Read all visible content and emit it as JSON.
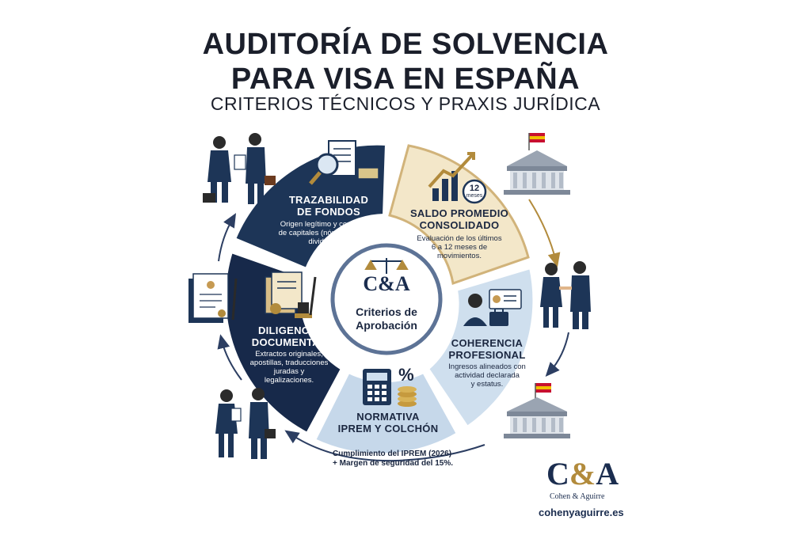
{
  "header": {
    "title_line1": "AUDITORÍA DE SOLVENCIA",
    "title_line2": "PARA VISA EN ESPAÑA",
    "subtitle": "CRITERIOS TÉCNICOS Y PRAXIS JURÍDICA"
  },
  "center": {
    "logo": "C&A",
    "label_line1": "Criterios de",
    "label_line2": "Aprobación"
  },
  "segments": [
    {
      "id": "trazabilidad",
      "title_line1": "TRAZABILIDAD",
      "title_line2": "DE FONDOS",
      "desc_line1": "Origen legítimo y consistente",
      "desc_line2": "de capitales (nóminas, rentas,",
      "desc_line3": "dividendos).",
      "icon": "magnifier-documents-icon"
    },
    {
      "id": "saldo",
      "title_line1": "SALDO PROMEDIO",
      "title_line2": "CONSOLIDADO",
      "desc_line1": "Evaluación de los últimos",
      "desc_line2": "6 a 12 meses de",
      "desc_line3": "movimientos.",
      "icon": "growth-chart-icon",
      "badge_number": "12",
      "badge_unit": "meses"
    },
    {
      "id": "coherencia",
      "title_line1": "COHERENCIA",
      "title_line2": "PROFESIONAL",
      "desc_line1": "Ingresos alineados con",
      "desc_line2": "actividad declarada",
      "desc_line3": "y estatus.",
      "icon": "professional-icon"
    },
    {
      "id": "normativa",
      "title_line1": "NORMATIVA",
      "title_line2": "IPREM Y COLCHÓN",
      "icon": "calculator-coins-icon",
      "percent_symbol": "%"
    },
    {
      "id": "diligencia",
      "title_line1": "DILIGENCIA",
      "title_line2": "DOCUMENTAL",
      "desc_line1": "Extractos originales,",
      "desc_line2": "apostillas, traducciones",
      "desc_line3": "juradas y",
      "desc_line4": "legalizaciones.",
      "icon": "documents-stamp-icon"
    }
  ],
  "iprem_note": {
    "line1": "Cumplimiento del IPREM (2026)",
    "line2": "+ Margen de seguridad del 15%."
  },
  "brand": {
    "mark_c": "C",
    "mark_amp": "&",
    "mark_a": "A",
    "name": "Cohen & Aguirre",
    "url": "cohenyaguirre.es"
  },
  "colors": {
    "navy": "#1d3557",
    "navy_dark": "#17294a",
    "light_blue": "#cfdfee",
    "light_blue_2": "#c6d8ea",
    "gold": "#d8bd86",
    "beige": "#f3e7c9",
    "arrow": "#2c3e62"
  }
}
